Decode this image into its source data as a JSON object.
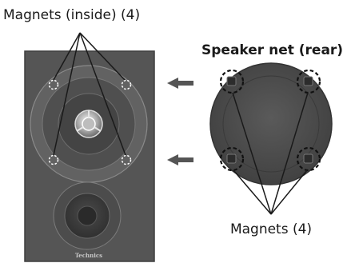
{
  "labels": {
    "magnets_inside": "Magnets (inside) (4)",
    "speaker_net_rear": "Speaker net (rear)",
    "magnets": "Magnets (4)"
  },
  "speaker": {
    "brand": "Technics"
  },
  "icons": [
    "speaker-front-icon",
    "speaker-net-icon",
    "arrow-left-icon",
    "magnet-icon"
  ],
  "colors": {
    "cabinet": "#555555",
    "net": "#4a4a4a",
    "arrow": "#555555",
    "leader_line": "#1a1a1a"
  }
}
